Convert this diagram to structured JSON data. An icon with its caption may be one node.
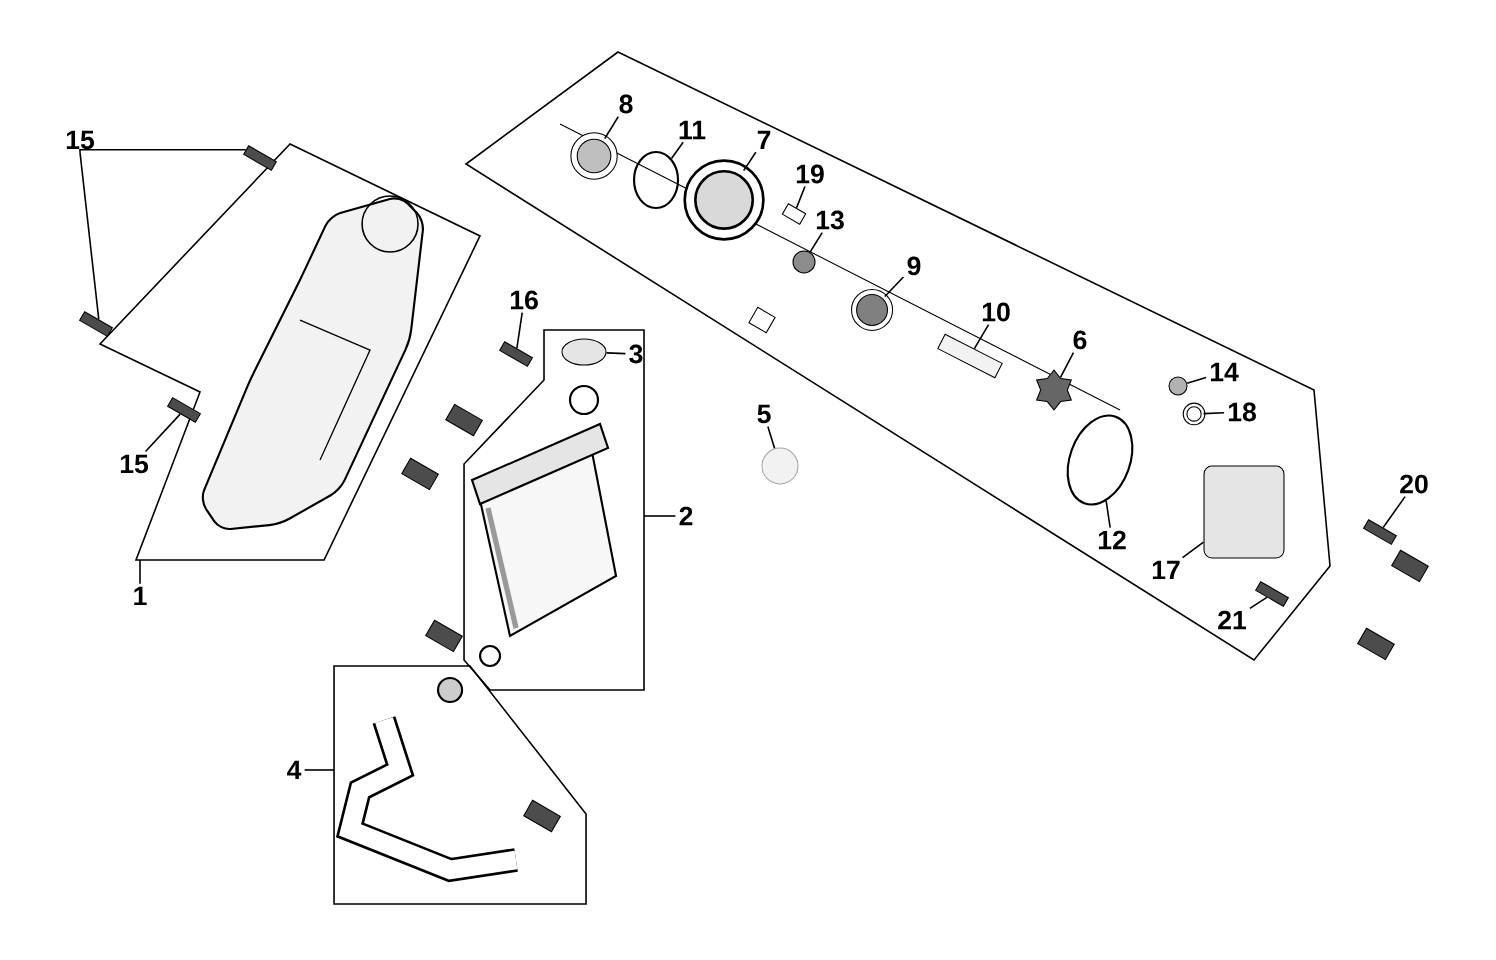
{
  "diagram": {
    "nodes": [
      {
        "text": [
          "15"
        ]
      },
      {
        "text": [],
        "shape": "bar"
      },
      {
        "text": [],
        "shape": "bar"
      },
      {
        "text": [
          "15"
        ]
      },
      {
        "text": [],
        "shape": "bar"
      },
      {
        "text": [
          "1"
        ]
      },
      {
        "text": [
          "16"
        ]
      },
      {
        "text": [],
        "shape": "bar"
      },
      {
        "text": [
          "3"
        ]
      },
      {
        "text": [],
        "shape": "circle"
      },
      {
        "text": [
          "2"
        ]
      },
      {
        "text": [
          "5"
        ]
      },
      {
        "text": [],
        "shape": "circle"
      },
      {
        "text": [
          "8"
        ]
      },
      {
        "text": [],
        "shape": "circle"
      },
      {
        "text": [
          "11"
        ]
      },
      {
        "text": [],
        "shape": "circle"
      },
      {
        "text": [
          "7"
        ]
      },
      {
        "text": [],
        "shape": "circle"
      },
      {
        "text": [
          "19"
        ]
      },
      {
        "text": [],
        "shape": "bar"
      },
      {
        "text": [
          "13"
        ]
      },
      {
        "text": [],
        "shape": "circle"
      },
      {
        "text": [
          "9"
        ]
      },
      {
        "text": [],
        "shape": "circle"
      },
      {
        "text": [
          "10"
        ]
      },
      {
        "text": [],
        "shape": "bar"
      },
      {
        "text": [
          "6"
        ]
      },
      {
        "text": [],
        "shape": "star"
      },
      {
        "text": [
          "14"
        ]
      },
      {
        "text": [],
        "shape": "circle"
      },
      {
        "text": [
          "18"
        ]
      },
      {
        "text": [],
        "shape": "circle"
      },
      {
        "text": [
          "12"
        ]
      },
      {
        "text": [],
        "shape": "circle"
      },
      {
        "text": [
          "17"
        ]
      },
      {
        "text": [],
        "shape": "box"
      },
      {
        "text": [
          "21"
        ]
      },
      {
        "text": [],
        "shape": "bar"
      },
      {
        "text": [
          "20"
        ]
      },
      {
        "text": [],
        "shape": "bar"
      },
      {
        "text": [
          "4"
        ]
      }
    ],
    "edges": [
      {
        "from": 0,
        "to": 1,
        "arrow": "none"
      },
      {
        "from": 0,
        "to": 2,
        "arrow": "none"
      },
      {
        "from": 3,
        "to": 4,
        "arrow": "none"
      },
      {
        "from": 5,
        "to": null,
        "arrow": "none"
      },
      {
        "from": 6,
        "to": 7,
        "arrow": "none"
      },
      {
        "from": 8,
        "to": 9,
        "arrow": "none"
      },
      {
        "from": 10,
        "to": null,
        "arrow": "none"
      },
      {
        "from": 11,
        "to": 12,
        "arrow": "none"
      },
      {
        "from": 13,
        "to": 14,
        "arrow": "none"
      },
      {
        "from": 15,
        "to": 16,
        "arrow": "none"
      },
      {
        "from": 17,
        "to": 18,
        "arrow": "none"
      },
      {
        "from": 19,
        "to": 20,
        "arrow": "none"
      },
      {
        "from": 21,
        "to": 22,
        "arrow": "none"
      },
      {
        "from": 23,
        "to": 24,
        "arrow": "none"
      },
      {
        "from": 25,
        "to": 26,
        "arrow": "none"
      },
      {
        "from": 27,
        "to": 28,
        "arrow": "none"
      },
      {
        "from": 29,
        "to": 30,
        "arrow": "none"
      },
      {
        "from": 31,
        "to": 32,
        "arrow": "none"
      },
      {
        "from": 33,
        "to": 34,
        "arrow": "none"
      },
      {
        "from": 35,
        "to": 36,
        "arrow": "none"
      },
      {
        "from": 37,
        "to": 38,
        "arrow": "none"
      },
      {
        "from": 39,
        "to": 40,
        "arrow": "none"
      },
      {
        "from": 41,
        "to": null,
        "arrow": "none"
      }
    ]
  }
}
